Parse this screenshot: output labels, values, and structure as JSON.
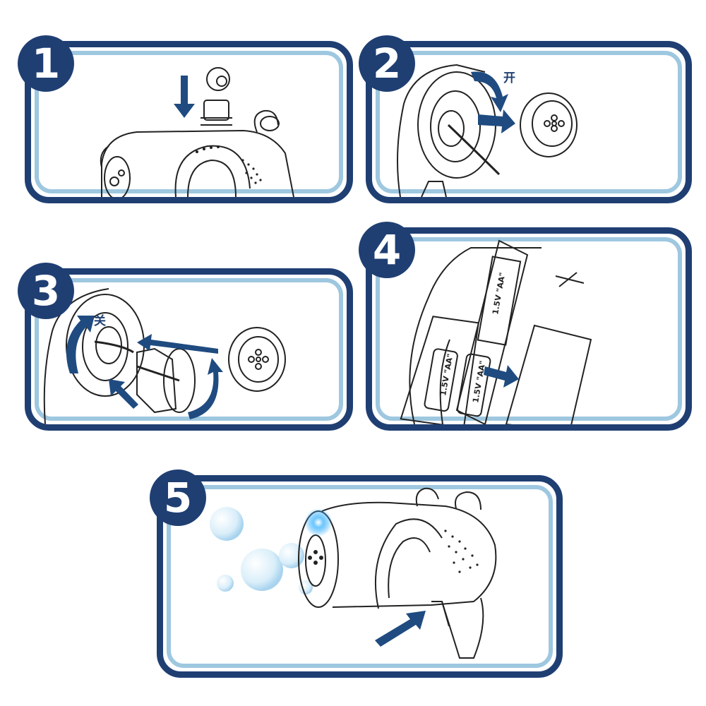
{
  "steps": [
    {
      "number": "1"
    },
    {
      "number": "2",
      "label": "开"
    },
    {
      "number": "3",
      "label": "关"
    },
    {
      "number": "4",
      "battery_label": "1.5V \"AA\""
    },
    {
      "number": "5"
    }
  ],
  "colors": {
    "frame": "#1f3f73",
    "inner_frame": "#9ec7e0",
    "arrow": "#1f4b80",
    "bubble": "#bfe0f3",
    "light": "#2aa7ff"
  }
}
